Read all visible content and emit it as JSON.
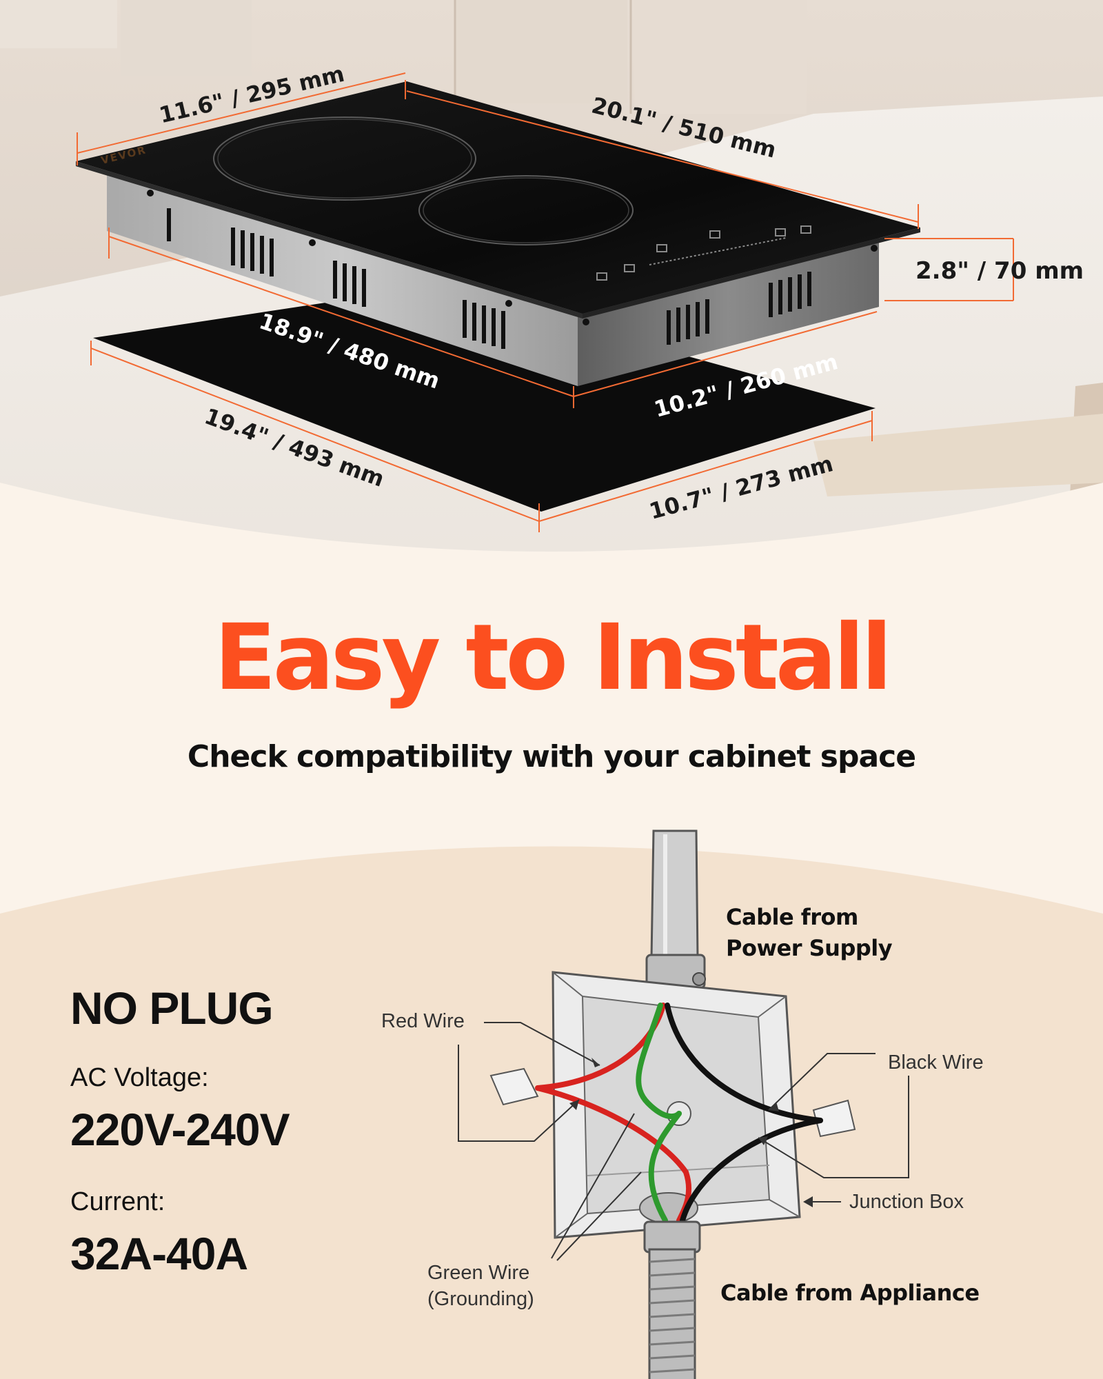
{
  "headline": "Easy to Install",
  "subheadline": "Check compatibility with your cabinet space",
  "dimensions": {
    "top_depth": "11.6\" / 295 mm",
    "top_width": "20.1\" / 510 mm",
    "height": "2.8\" / 70 mm",
    "body_width": "18.9\" / 480 mm",
    "body_depth": "10.2\" / 260 mm",
    "cutout_width": "19.4\" / 493 mm",
    "cutout_depth": "10.7\" / 273 mm"
  },
  "brand_mark": "VEVOR",
  "specs": {
    "plug": "NO PLUG",
    "voltage_label": "AC Voltage:",
    "voltage_value": "220V-240V",
    "current_label": "Current:",
    "current_value": "32A-40A"
  },
  "wiring": {
    "cable_supply": [
      "Cable from",
      "Power Supply"
    ],
    "red_wire": "Red Wire",
    "black_wire": "Black Wire",
    "junction_box": "Junction Box",
    "green_wire": [
      "Green Wire",
      "(Grounding)"
    ],
    "cable_appliance": "Cable from Appliance"
  },
  "colors": {
    "accent": "#fc4f1f",
    "red_wire": "#d8231f",
    "green_wire": "#2e9a2e",
    "black_wire": "#111111"
  }
}
